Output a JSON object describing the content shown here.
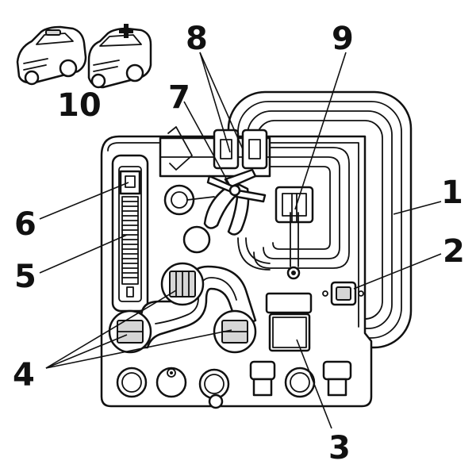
{
  "diagram": {
    "callouts": [
      {
        "id": "1",
        "label": "1"
      },
      {
        "id": "2",
        "label": "2"
      },
      {
        "id": "3",
        "label": "3"
      },
      {
        "id": "4",
        "label": "4"
      },
      {
        "id": "5",
        "label": "5"
      },
      {
        "id": "6",
        "label": "6"
      },
      {
        "id": "7",
        "label": "7"
      },
      {
        "id": "8",
        "label": "8"
      },
      {
        "id": "9",
        "label": "9"
      },
      {
        "id": "10",
        "label": "10"
      }
    ]
  },
  "colors": {
    "ink": "#111111",
    "fill": "#ffffff",
    "shade": "#d6d6d6"
  }
}
